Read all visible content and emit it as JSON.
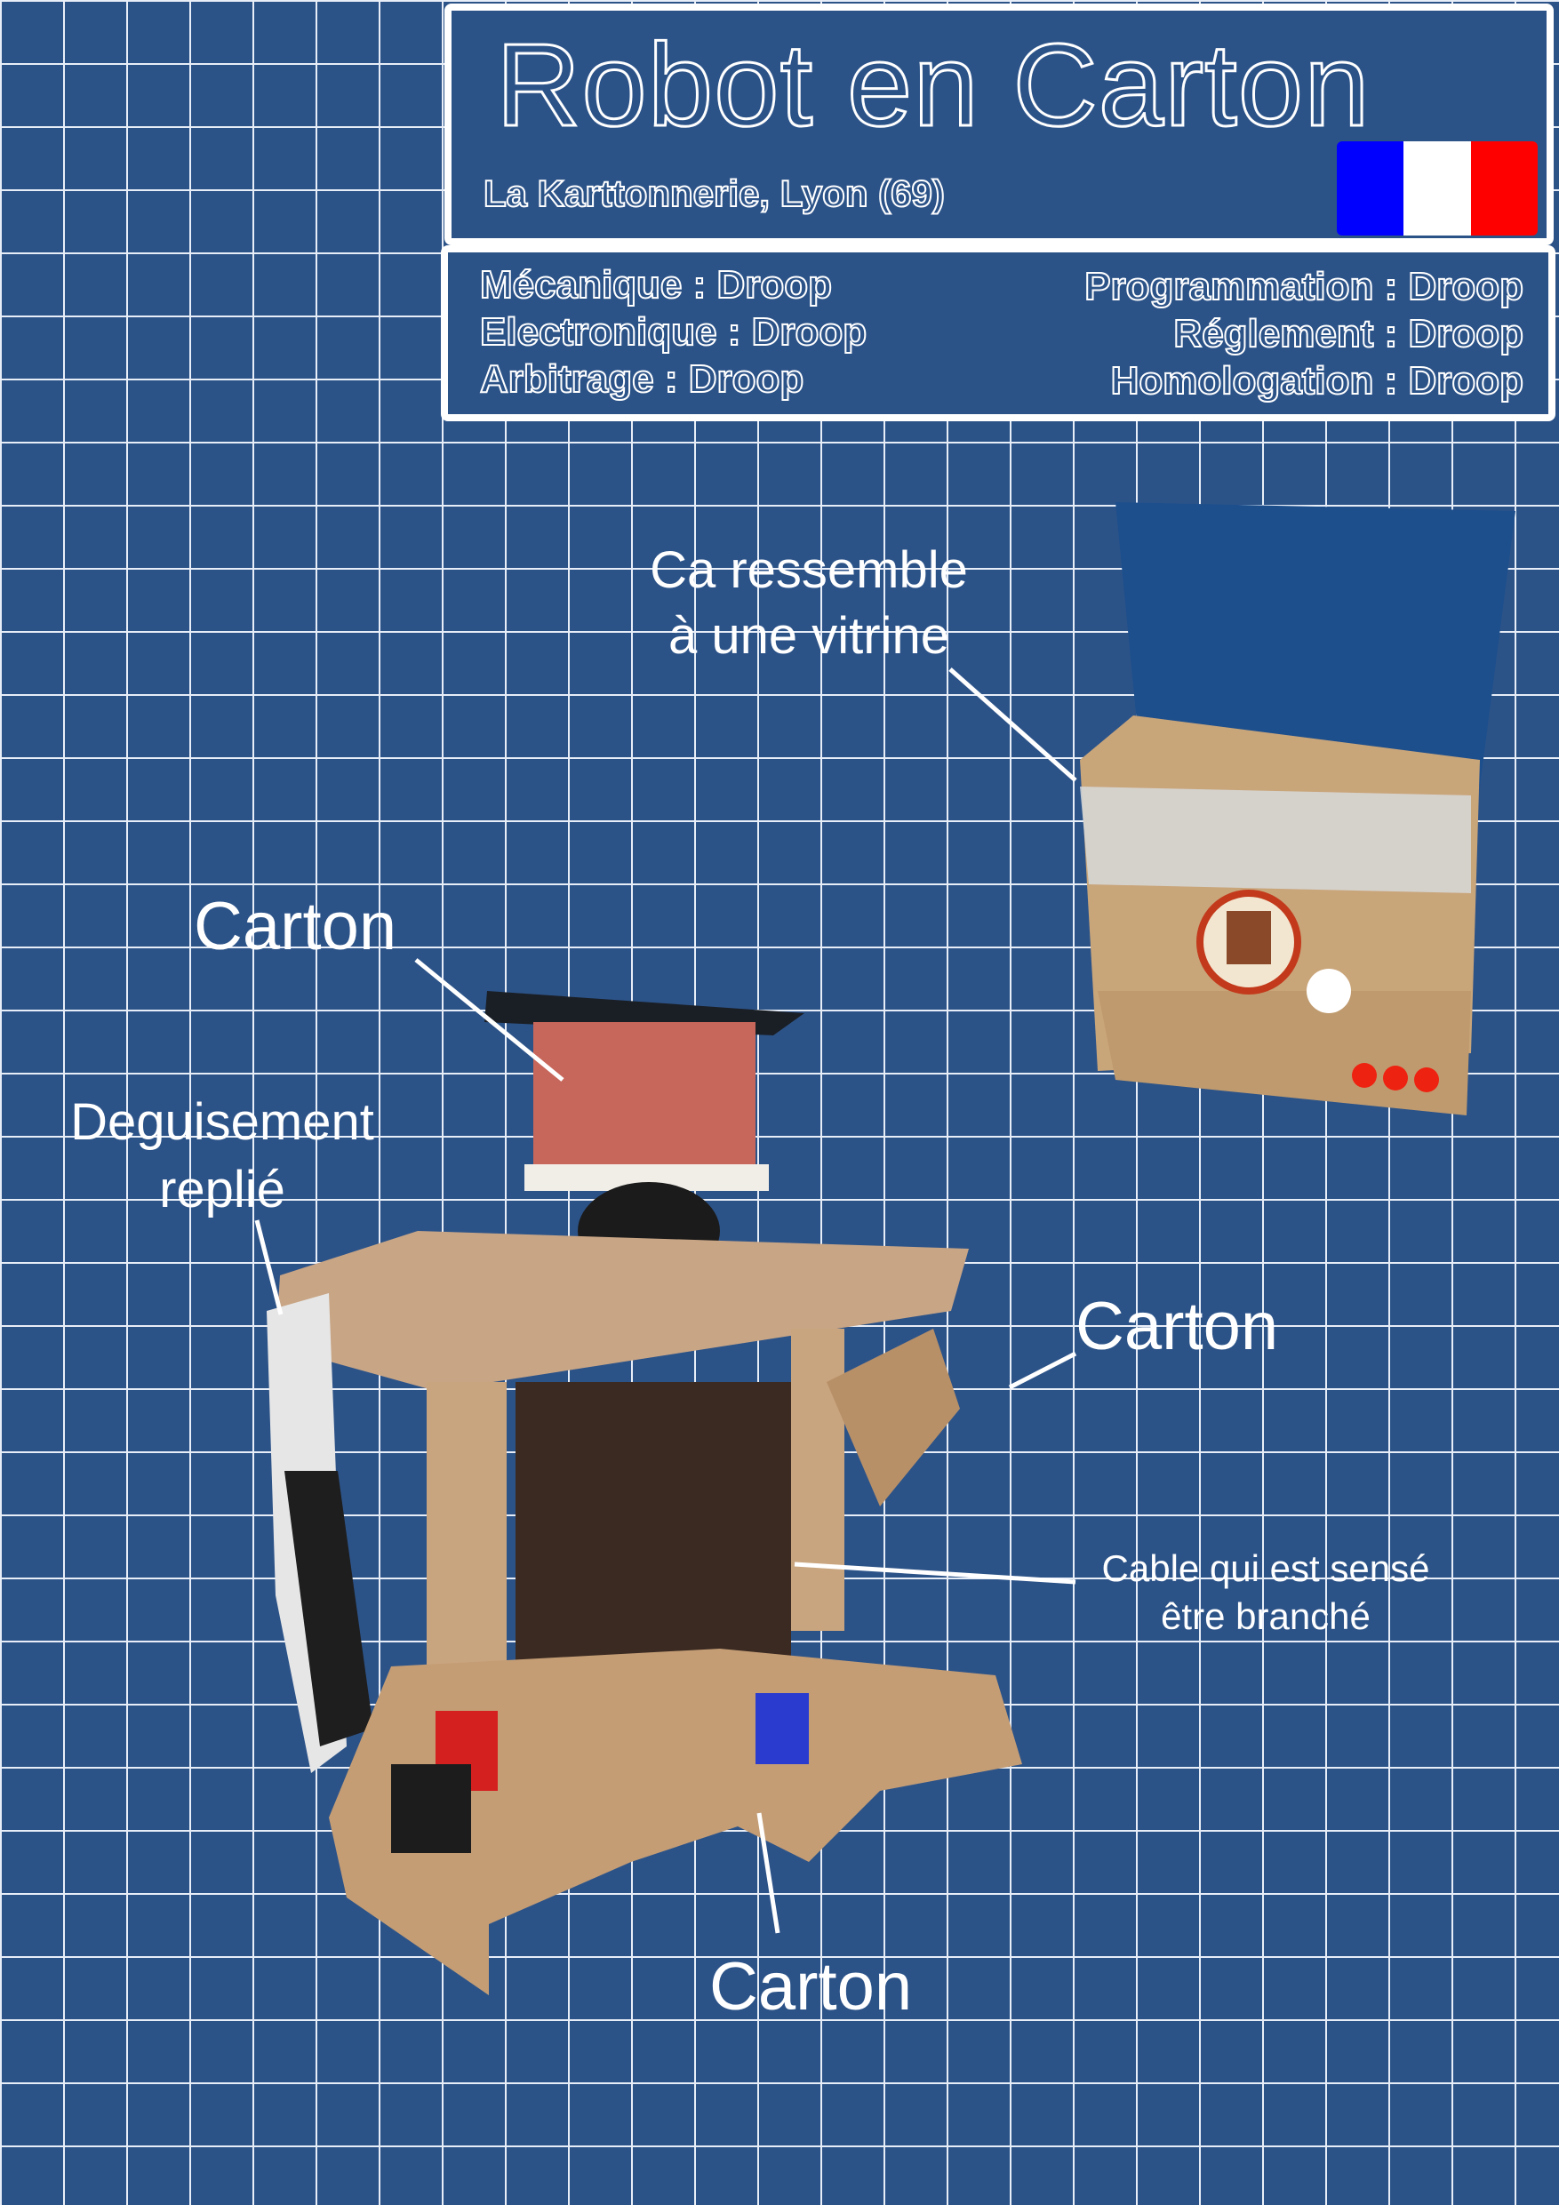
{
  "header": {
    "title": "Robot en Carton",
    "subtitle": "La Karttonnerie, Lyon (69)",
    "flag_colors": [
      "#0000ff",
      "#ffffff",
      "#ff0000"
    ]
  },
  "credits": {
    "left": [
      "Mécanique : Droop",
      "Electronique : Droop",
      "Arbitrage : Droop"
    ],
    "right": [
      "Programmation : Droop",
      "Réglement : Droop",
      "Homologation : Droop"
    ]
  },
  "annotations": {
    "vitrine": [
      "Ca ressemble",
      "à une vitrine"
    ],
    "carton_top": "Carton",
    "deguisement": [
      "Deguisement",
      "replié"
    ],
    "carton_right": "Carton",
    "cable": [
      "Cable qui est sensé",
      "être branché"
    ],
    "carton_bottom": "Carton"
  },
  "colors": {
    "background": "#2c5388",
    "grid": "#e8eef8"
  }
}
